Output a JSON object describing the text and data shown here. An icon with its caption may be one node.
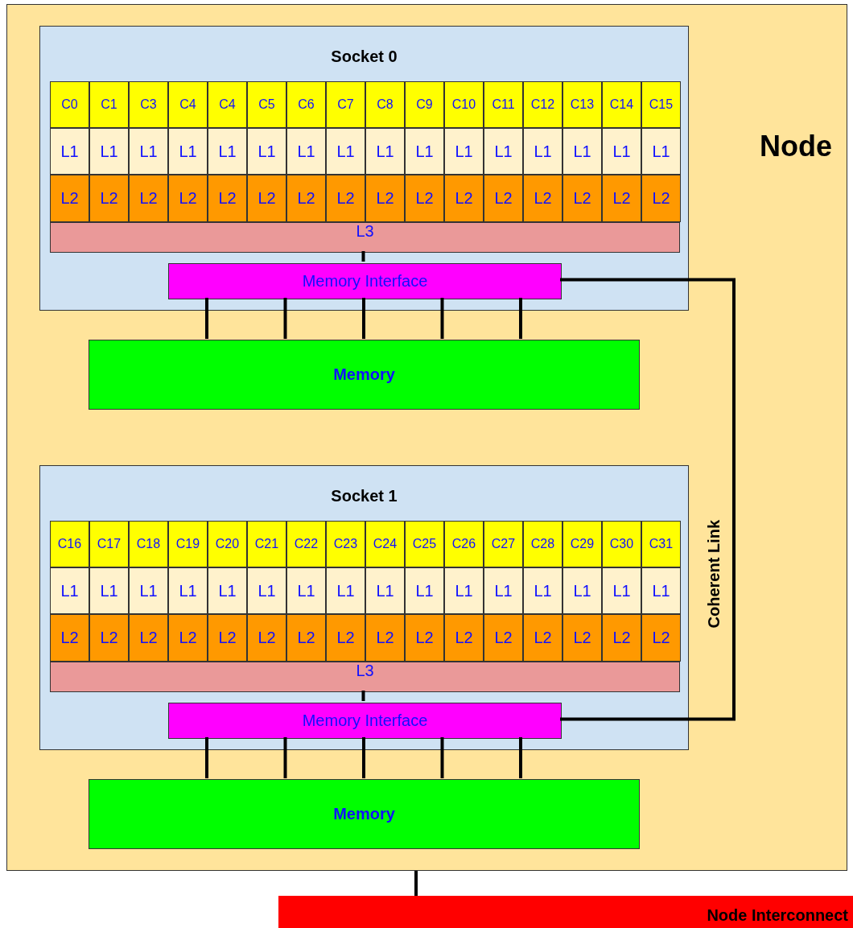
{
  "diagram": {
    "nodes": [
      {
        "text": [
          "Node"
        ]
      },
      {
        "text": [
          "Socket 0"
        ],
        "in": 0
      },
      {
        "text": [
          "C0"
        ],
        "in": 1
      },
      {
        "text": [
          "C1"
        ],
        "in": 1
      },
      {
        "text": [
          "C3"
        ],
        "in": 1
      },
      {
        "text": [
          "C4"
        ],
        "in": 1
      },
      {
        "text": [
          "C4"
        ],
        "in": 1
      },
      {
        "text": [
          "C5"
        ],
        "in": 1
      },
      {
        "text": [
          "C6"
        ],
        "in": 1
      },
      {
        "text": [
          "C7"
        ],
        "in": 1
      },
      {
        "text": [
          "C8"
        ],
        "in": 1
      },
      {
        "text": [
          "C9"
        ],
        "in": 1
      },
      {
        "text": [
          "C10"
        ],
        "in": 1
      },
      {
        "text": [
          "C11"
        ],
        "in": 1
      },
      {
        "text": [
          "C12"
        ],
        "in": 1
      },
      {
        "text": [
          "C13"
        ],
        "in": 1
      },
      {
        "text": [
          "C14"
        ],
        "in": 1
      },
      {
        "text": [
          "C15"
        ],
        "in": 1
      },
      {
        "text": [
          "L1"
        ],
        "in": 1
      },
      {
        "text": [
          "L1"
        ],
        "in": 1
      },
      {
        "text": [
          "L1"
        ],
        "in": 1
      },
      {
        "text": [
          "L1"
        ],
        "in": 1
      },
      {
        "text": [
          "L1"
        ],
        "in": 1
      },
      {
        "text": [
          "L1"
        ],
        "in": 1
      },
      {
        "text": [
          "L1"
        ],
        "in": 1
      },
      {
        "text": [
          "L1"
        ],
        "in": 1
      },
      {
        "text": [
          "L1"
        ],
        "in": 1
      },
      {
        "text": [
          "L1"
        ],
        "in": 1
      },
      {
        "text": [
          "L1"
        ],
        "in": 1
      },
      {
        "text": [
          "L1"
        ],
        "in": 1
      },
      {
        "text": [
          "L1"
        ],
        "in": 1
      },
      {
        "text": [
          "L1"
        ],
        "in": 1
      },
      {
        "text": [
          "L1"
        ],
        "in": 1
      },
      {
        "text": [
          "L1"
        ],
        "in": 1
      },
      {
        "text": [
          "L2"
        ],
        "in": 1
      },
      {
        "text": [
          "L2"
        ],
        "in": 1
      },
      {
        "text": [
          "L2"
        ],
        "in": 1
      },
      {
        "text": [
          "L2"
        ],
        "in": 1
      },
      {
        "text": [
          "L2"
        ],
        "in": 1
      },
      {
        "text": [
          "L2"
        ],
        "in": 1
      },
      {
        "text": [
          "L2"
        ],
        "in": 1
      },
      {
        "text": [
          "L2"
        ],
        "in": 1
      },
      {
        "text": [
          "L2"
        ],
        "in": 1
      },
      {
        "text": [
          "L2"
        ],
        "in": 1
      },
      {
        "text": [
          "L2"
        ],
        "in": 1
      },
      {
        "text": [
          "L2"
        ],
        "in": 1
      },
      {
        "text": [
          "L2"
        ],
        "in": 1
      },
      {
        "text": [
          "L2"
        ],
        "in": 1
      },
      {
        "text": [
          "L2"
        ],
        "in": 1
      },
      {
        "text": [
          "L2"
        ],
        "in": 1
      },
      {
        "text": [
          "L3"
        ],
        "in": 1
      },
      {
        "text": [
          "Memory Interface"
        ],
        "in": 1
      },
      {
        "text": [
          "Memory"
        ],
        "in": 0
      },
      {
        "text": [
          "Socket 1"
        ],
        "in": 0
      },
      {
        "text": [
          "C16"
        ],
        "in": 53
      },
      {
        "text": [
          "C17"
        ],
        "in": 53
      },
      {
        "text": [
          "C18"
        ],
        "in": 53
      },
      {
        "text": [
          "C19"
        ],
        "in": 53
      },
      {
        "text": [
          "C20"
        ],
        "in": 53
      },
      {
        "text": [
          "C21"
        ],
        "in": 53
      },
      {
        "text": [
          "C22"
        ],
        "in": 53
      },
      {
        "text": [
          "C23"
        ],
        "in": 53
      },
      {
        "text": [
          "C24"
        ],
        "in": 53
      },
      {
        "text": [
          "C25"
        ],
        "in": 53
      },
      {
        "text": [
          "C26"
        ],
        "in": 53
      },
      {
        "text": [
          "C27"
        ],
        "in": 53
      },
      {
        "text": [
          "C28"
        ],
        "in": 53
      },
      {
        "text": [
          "C29"
        ],
        "in": 53
      },
      {
        "text": [
          "C30"
        ],
        "in": 53
      },
      {
        "text": [
          "C31"
        ],
        "in": 53
      },
      {
        "text": [
          "L1"
        ],
        "in": 53
      },
      {
        "text": [
          "L1"
        ],
        "in": 53
      },
      {
        "text": [
          "L1"
        ],
        "in": 53
      },
      {
        "text": [
          "L1"
        ],
        "in": 53
      },
      {
        "text": [
          "L1"
        ],
        "in": 53
      },
      {
        "text": [
          "L1"
        ],
        "in": 53
      },
      {
        "text": [
          "L1"
        ],
        "in": 53
      },
      {
        "text": [
          "L1"
        ],
        "in": 53
      },
      {
        "text": [
          "L1"
        ],
        "in": 53
      },
      {
        "text": [
          "L1"
        ],
        "in": 53
      },
      {
        "text": [
          "L1"
        ],
        "in": 53
      },
      {
        "text": [
          "L1"
        ],
        "in": 53
      },
      {
        "text": [
          "L1"
        ],
        "in": 53
      },
      {
        "text": [
          "L1"
        ],
        "in": 53
      },
      {
        "text": [
          "L1"
        ],
        "in": 53
      },
      {
        "text": [
          "L1"
        ],
        "in": 53
      },
      {
        "text": [
          "L2"
        ],
        "in": 53
      },
      {
        "text": [
          "L2"
        ],
        "in": 53
      },
      {
        "text": [
          "L2"
        ],
        "in": 53
      },
      {
        "text": [
          "L2"
        ],
        "in": 53
      },
      {
        "text": [
          "L2"
        ],
        "in": 53
      },
      {
        "text": [
          "L2"
        ],
        "in": 53
      },
      {
        "text": [
          "L2"
        ],
        "in": 53
      },
      {
        "text": [
          "L2"
        ],
        "in": 53
      },
      {
        "text": [
          "L2"
        ],
        "in": 53
      },
      {
        "text": [
          "L2"
        ],
        "in": 53
      },
      {
        "text": [
          "L2"
        ],
        "in": 53
      },
      {
        "text": [
          "L2"
        ],
        "in": 53
      },
      {
        "text": [
          "L2"
        ],
        "in": 53
      },
      {
        "text": [
          "L2"
        ],
        "in": 53
      },
      {
        "text": [
          "L2"
        ],
        "in": 53
      },
      {
        "text": [
          "L2"
        ],
        "in": 53
      },
      {
        "text": [
          "L3"
        ],
        "in": 53
      },
      {
        "text": [
          "Memory Interface"
        ],
        "in": 53
      },
      {
        "text": [
          "Memory"
        ],
        "in": 0
      },
      {
        "text": [
          "Node Interconnect"
        ]
      }
    ],
    "edges": [
      {
        "from": 50,
        "to": 51,
        "arrow": "none"
      },
      {
        "from": 51,
        "to": 52,
        "arrow": "none"
      },
      {
        "from": 51,
        "to": 52,
        "arrow": "none"
      },
      {
        "from": 51,
        "to": 52,
        "arrow": "none"
      },
      {
        "from": 51,
        "to": 52,
        "arrow": "none"
      },
      {
        "from": 51,
        "to": 52,
        "arrow": "none"
      },
      {
        "from": 51,
        "to": 103,
        "arrow": "none",
        "label": "Coherent Link"
      },
      {
        "from": 102,
        "to": 103,
        "arrow": "none"
      },
      {
        "from": 103,
        "to": 104,
        "arrow": "none"
      },
      {
        "from": 103,
        "to": 104,
        "arrow": "none"
      },
      {
        "from": 103,
        "to": 104,
        "arrow": "none"
      },
      {
        "from": 103,
        "to": 104,
        "arrow": "none"
      },
      {
        "from": 103,
        "to": 104,
        "arrow": "none"
      },
      {
        "from": 0,
        "to": 105,
        "arrow": "none"
      }
    ]
  }
}
